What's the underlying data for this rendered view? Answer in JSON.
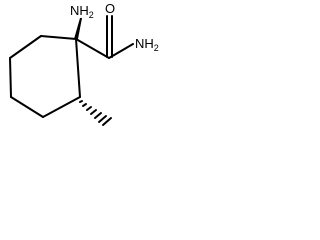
{
  "molecule": {
    "atom_labels": {
      "amino_N": "N",
      "amino_H": "H",
      "amino_subscript": "2",
      "amide_O": "O",
      "amide_N": "N",
      "amide_H": "H",
      "amide_subscript": "2"
    },
    "colors": {
      "bond": "#000000",
      "text": "#000000",
      "background": "#ffffff"
    }
  }
}
